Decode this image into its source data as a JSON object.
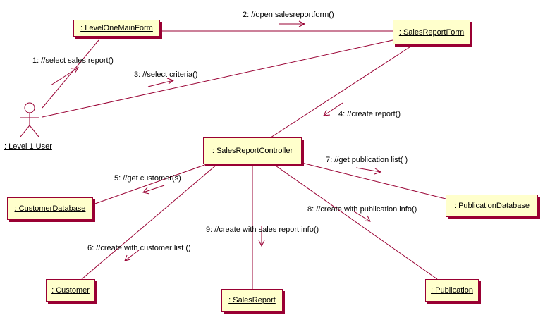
{
  "objects": {
    "main_form": ": LevelOneMainForm",
    "sales_report_form": ": SalesReportForm",
    "controller": ": SalesReportController",
    "customer_db": ": CustomerDatabase",
    "publication_db": ": PublicationDatabase",
    "customer": ": Customer",
    "sales_report": ": SalesReport",
    "publication": ": Publication"
  },
  "actor": {
    "label": ": Level 1 User"
  },
  "messages": {
    "m1": "1:  //select sales report()",
    "m2": "2:  //open salesreportform()",
    "m3": "3:  //select criteria()",
    "m4": "4:  //create report()",
    "m5": "5:  //get customer(s)",
    "m6": "6:  //create with customer list ()",
    "m7": "7:  //get publication list( )",
    "m8": "8:  //create with publication info()",
    "m9": "9:  //create with sales report info()"
  },
  "colors": {
    "line": "#990033",
    "node_fill": "#ffffcc"
  }
}
